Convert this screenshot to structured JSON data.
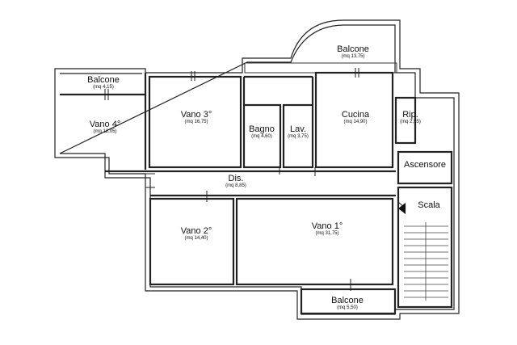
{
  "rooms": [
    {
      "id": "balcone-top",
      "name": "Balcone",
      "area": "(mq 13,75)"
    },
    {
      "id": "balcone-left",
      "name": "Balcone",
      "area": "(mq 4,15)"
    },
    {
      "id": "vano-4",
      "name": "Vano 4°",
      "area": "(mq 12,05)"
    },
    {
      "id": "vano-3",
      "name": "Vano 3°",
      "area": "(mq 16,75)"
    },
    {
      "id": "bagno",
      "name": "Bagno",
      "area": "(mq 4,60)"
    },
    {
      "id": "lav",
      "name": "Lav.",
      "area": "(mq 3,75)"
    },
    {
      "id": "cucina",
      "name": "Cucina",
      "area": "(mq 14,90)"
    },
    {
      "id": "rip",
      "name": "Rip.",
      "area": "(mq 2,55)"
    },
    {
      "id": "ascensore",
      "name": "Ascensore",
      "area": ""
    },
    {
      "id": "dis",
      "name": "Dis.",
      "area": "(mq 8,85)"
    },
    {
      "id": "scala",
      "name": "Scala",
      "area": ""
    },
    {
      "id": "vano-2",
      "name": "Vano 2°",
      "area": "(mq 14,40)"
    },
    {
      "id": "vano-1",
      "name": "Vano 1°",
      "area": "(mq 31,75)"
    },
    {
      "id": "balcone-bottom",
      "name": "Balcone",
      "area": "(mq 5,50)"
    }
  ]
}
